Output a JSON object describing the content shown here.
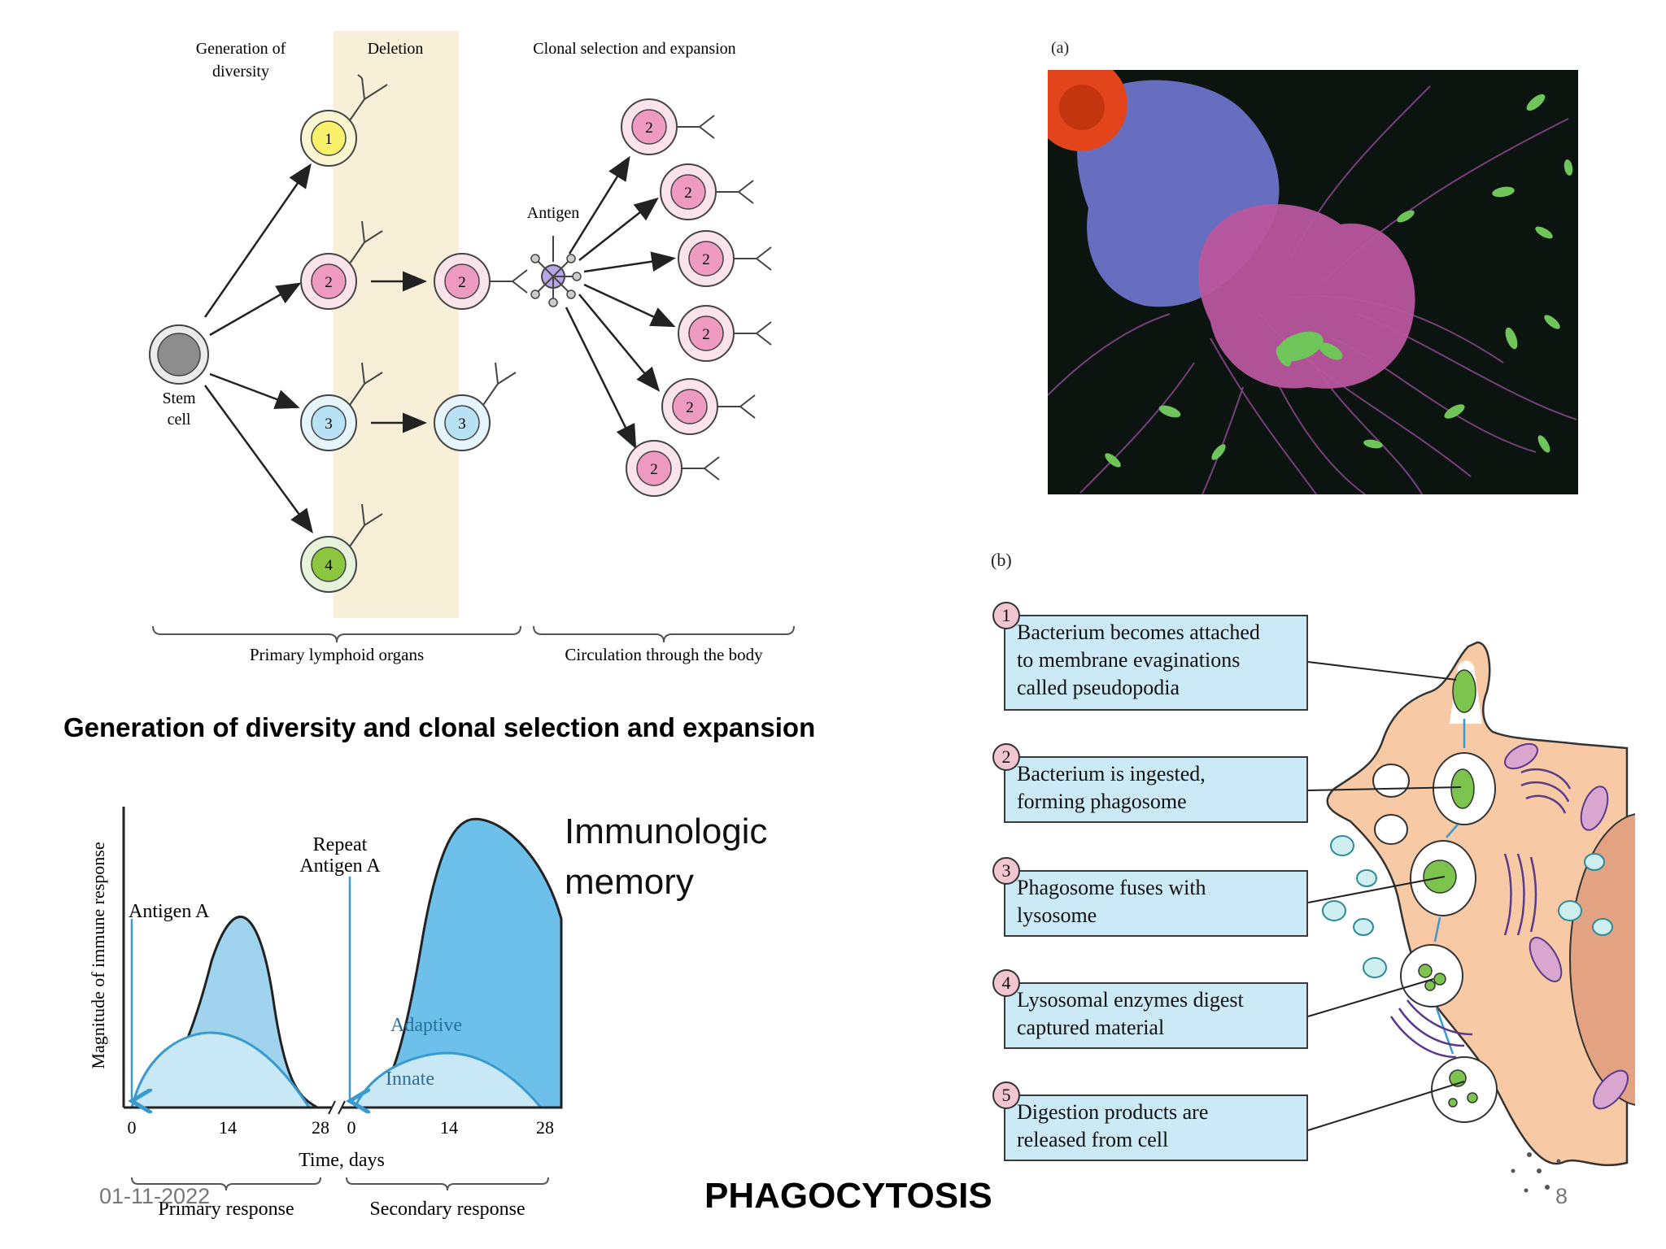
{
  "clonal_diagram": {
    "headers": {
      "generation": [
        "Generation of",
        "diversity"
      ],
      "deletion": "Deletion",
      "clonal": "Clonal selection and expansion"
    },
    "stem_label": [
      "Stem",
      "cell"
    ],
    "antigen_label": "Antigen",
    "cell_numbers": [
      "1",
      "2",
      "3",
      "4",
      "2",
      "3",
      "2",
      "2",
      "2",
      "2",
      "2",
      "2"
    ],
    "bottom_labels": {
      "primary": "Primary lymphoid organs",
      "circulation": "Circulation through the body"
    },
    "colors": {
      "yellow": "#f7f06a",
      "pink": "#ef9ac0",
      "blue": "#b7e1f4",
      "green": "#8cc63f",
      "deletion_band": "#f7efd8"
    }
  },
  "caption_diversity": "Generation of diversity and clonal selection and expansion",
  "immunologic_memory": [
    "Immunologic",
    "memory"
  ],
  "response_chart": {
    "y_label": "Magnitude of immune response",
    "x_label": "Time, days",
    "primary_ticks": [
      "0",
      "14",
      "28"
    ],
    "secondary_ticks": [
      "0",
      "14",
      "28"
    ],
    "antigen_a": "Antigen A",
    "repeat_antigen": [
      "Repeat",
      "Antigen A"
    ],
    "adaptive": "Adaptive",
    "innate": "Innate",
    "primary_response": "Primary response",
    "secondary_response": "Secondary response"
  },
  "micrograph_label": "(a)",
  "phagocytosis_label": "(b)",
  "phagocytosis_steps": [
    {
      "num": "1",
      "lines": [
        "Bacterium becomes attached",
        "to membrane evaginations",
        "called pseudopodia"
      ]
    },
    {
      "num": "2",
      "lines": [
        "Bacterium is ingested,",
        "forming phagosome"
      ]
    },
    {
      "num": "3",
      "lines": [
        "Phagosome fuses with",
        "lysosome"
      ]
    },
    {
      "num": "4",
      "lines": [
        "Lysosomal enzymes digest",
        "captured material"
      ]
    },
    {
      "num": "5",
      "lines": [
        "Digestion products are",
        "released from cell"
      ]
    }
  ],
  "footer": {
    "date": "01-11-2022",
    "title": "PHAGOCYTOSIS",
    "page": "8"
  }
}
